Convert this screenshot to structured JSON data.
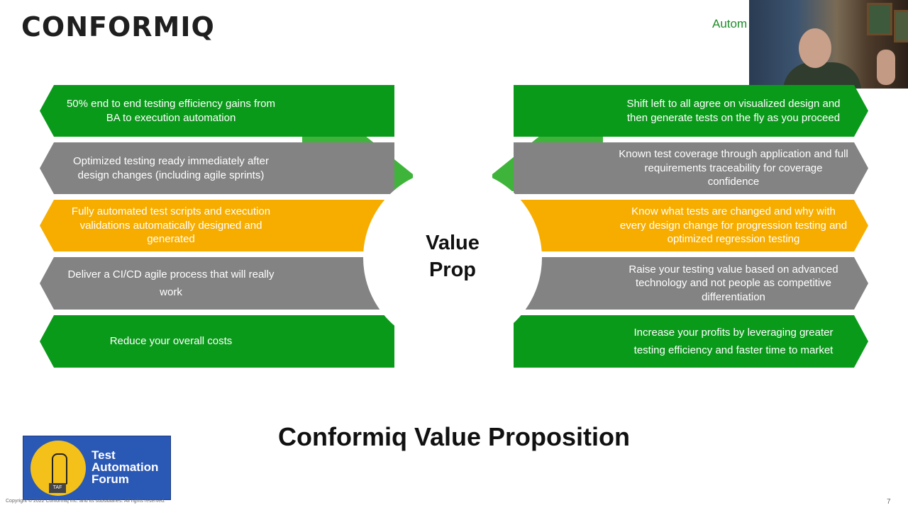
{
  "header": {
    "logo": "CONFORMIQ",
    "tag": "Autom"
  },
  "center": {
    "line1": "Value",
    "line2": "Prop"
  },
  "left_panels": [
    {
      "lines": [
        "50% end to end testing efficiency gains from",
        "BA to execution automation"
      ],
      "color": "green"
    },
    {
      "lines": [
        "Optimized testing ready immediately after",
        "design changes (including agile sprints)"
      ],
      "color": "gray"
    },
    {
      "lines": [
        "Fully automated test scripts and execution",
        "validations automatically designed and",
        "generated"
      ],
      "color": "orange"
    },
    {
      "lines": [
        "Deliver a CI/CD agile process that will really",
        "work"
      ],
      "color": "gray"
    },
    {
      "lines": [
        "Reduce your overall costs"
      ],
      "color": "green"
    }
  ],
  "right_panels": [
    {
      "lines": [
        "Shift left to all agree on visualized design and",
        "then generate tests on the fly as you proceed"
      ],
      "color": "green"
    },
    {
      "lines": [
        "Known test coverage through application and full",
        "requirements traceability for coverage",
        "confidence"
      ],
      "color": "gray"
    },
    {
      "lines": [
        "Know what tests are changed and why with",
        "every design change for progression testing and",
        "optimized regression testing"
      ],
      "color": "orange"
    },
    {
      "lines": [
        "Raise your testing value based on advanced",
        "technology and not people as competitive",
        "differentiation"
      ],
      "color": "gray"
    },
    {
      "lines": [
        "Increase your profits by leveraging greater",
        "testing efficiency and faster time to market"
      ],
      "color": "green"
    }
  ],
  "main_title": "Conformiq Value Proposition",
  "taf": {
    "line1": "Test",
    "line2": "Automation",
    "line3": "Forum",
    "badge": "TAF"
  },
  "footer": {
    "copyright": "Copyright © 2022 Conformiq Inc. and its subsidiaries. All rights reserved.",
    "page": "7"
  },
  "colors": {
    "green": "#0a9a1a",
    "gray": "#838383",
    "orange": "#f7ad00",
    "accent": "#3fb43a"
  }
}
